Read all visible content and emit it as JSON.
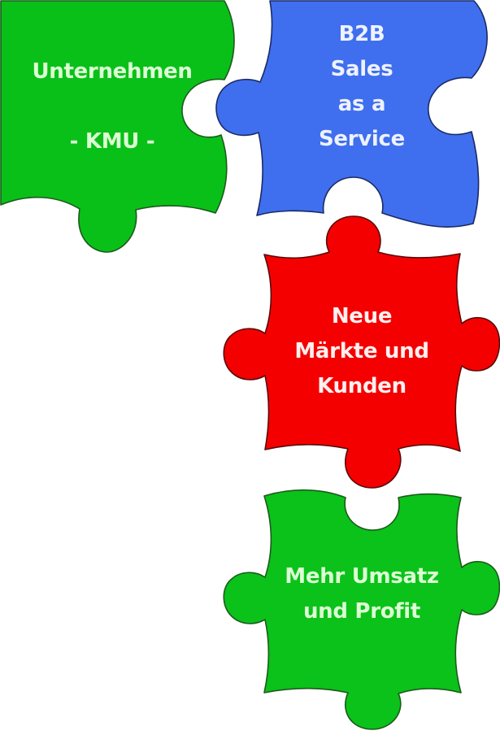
{
  "diagram": {
    "background": "#ffffff",
    "pieces": [
      {
        "id": "unternehmen",
        "fill": "#09c018",
        "stroke": "#1c5a1c",
        "text_color": "#dcffd4",
        "lines": [
          "Unternehmen",
          "",
          "- KMU -"
        ]
      },
      {
        "id": "b2b-sales",
        "fill": "#3f6fee",
        "stroke": "#1a2a66",
        "text_color": "#eef2ff",
        "lines": [
          "B2B",
          "Sales",
          "as a",
          "Service"
        ]
      },
      {
        "id": "neue-maerkte",
        "fill": "#f50000",
        "stroke": "#5a0a0a",
        "text_color": "#fff0f0",
        "lines": [
          "Neue",
          "Märkte und",
          "Kunden"
        ]
      },
      {
        "id": "mehr-umsatz",
        "fill": "#0ac219",
        "stroke": "#1c5a1c",
        "text_color": "#dcffd4",
        "lines": [
          "Mehr Umsatz",
          "und Profit"
        ]
      }
    ],
    "flow": [
      "Unternehmen - KMU -",
      "B2B Sales as a Service",
      "Neue Märkte und Kunden",
      "Mehr Umsatz und Profit"
    ]
  }
}
